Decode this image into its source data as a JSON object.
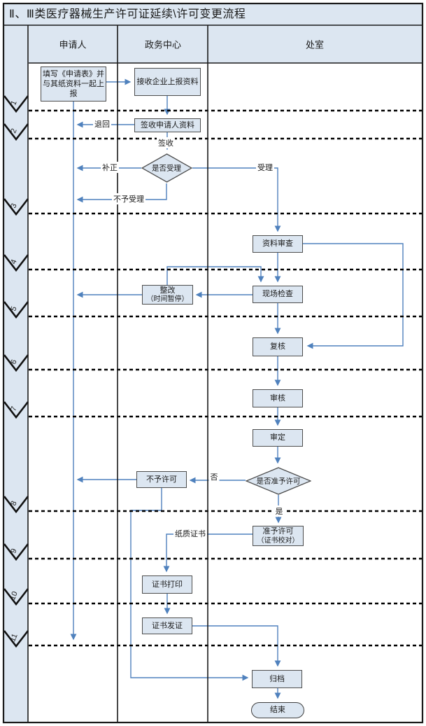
{
  "title": "Ⅱ、Ⅲ类医疗器械生产许可证延续\\许可变更流程",
  "columns": {
    "applicant": "申请人",
    "service_center": "政务中心",
    "department": "处室"
  },
  "rows": [
    "1",
    "2",
    "3",
    "4",
    "5",
    "6",
    "7",
    "8",
    "9",
    "10",
    "11"
  ],
  "nodes": {
    "fill_form": "填写《申请表》并与其纸资料一起上报",
    "receive_materials": "接收企业上报资料",
    "sign_for_materials": "签收申请人资料",
    "accept_decision": "是否受理",
    "material_review": "资料审查",
    "onsite_inspection": "现场检查",
    "rectify_line1": "整改",
    "rectify_line2": "（时间暂停）",
    "recheck": "复核",
    "examine": "审核",
    "final_review": "审定",
    "grant_decision": "是否准予许可",
    "deny": "不予许可",
    "grant_line1": "准予许可",
    "grant_line2": "（证书校对）",
    "print_certificate": "证书打印",
    "issue_certificate": "证书发证",
    "archive": "归档",
    "end": "结束"
  },
  "edge_labels": {
    "return_back": "退回",
    "sign": "签收",
    "supplement": "补正",
    "accept": "受理",
    "not_accept": "不予受理",
    "no": "否",
    "yes": "是",
    "paper_certificate": "纸质证书"
  },
  "colors": {
    "accent_blue": "#4f81bd",
    "node_fill": "#dce6f1",
    "grid_dark": "#1a1a1a"
  }
}
